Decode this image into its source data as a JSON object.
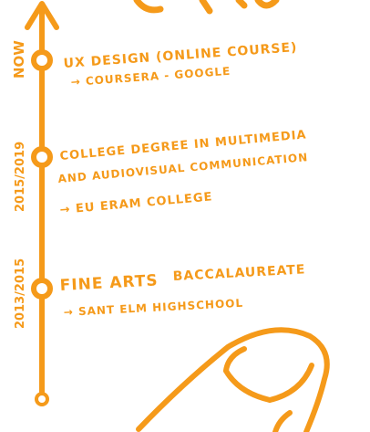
{
  "colors": {
    "accent": "#f59a1a",
    "background": "#ffffff"
  },
  "timeline": {
    "entries": [
      {
        "period": "NOW",
        "title": "UX DESIGN (ONLINE COURSE)",
        "detail": "→ COURSERA - GOOGLE"
      },
      {
        "period": "2015/2019",
        "title_line1": "COLLEGE DEGREE IN MULTIMEDIA",
        "title_line2": "AND AUDIOVISUAL COMMUNICATION",
        "detail": "→ EU ERAM COLLEGE"
      },
      {
        "period": "2013/2015",
        "title_line1": "FINE ARTS",
        "title_line2": "BACCALAUREATE",
        "detail": "→ SANT ELM HIGHSCHOOL"
      }
    ]
  },
  "icons": {
    "top_arrow": "arrow-up-icon",
    "bottom_node": "end-node-icon",
    "hand_drawing": "pointing-finger-illustration"
  }
}
